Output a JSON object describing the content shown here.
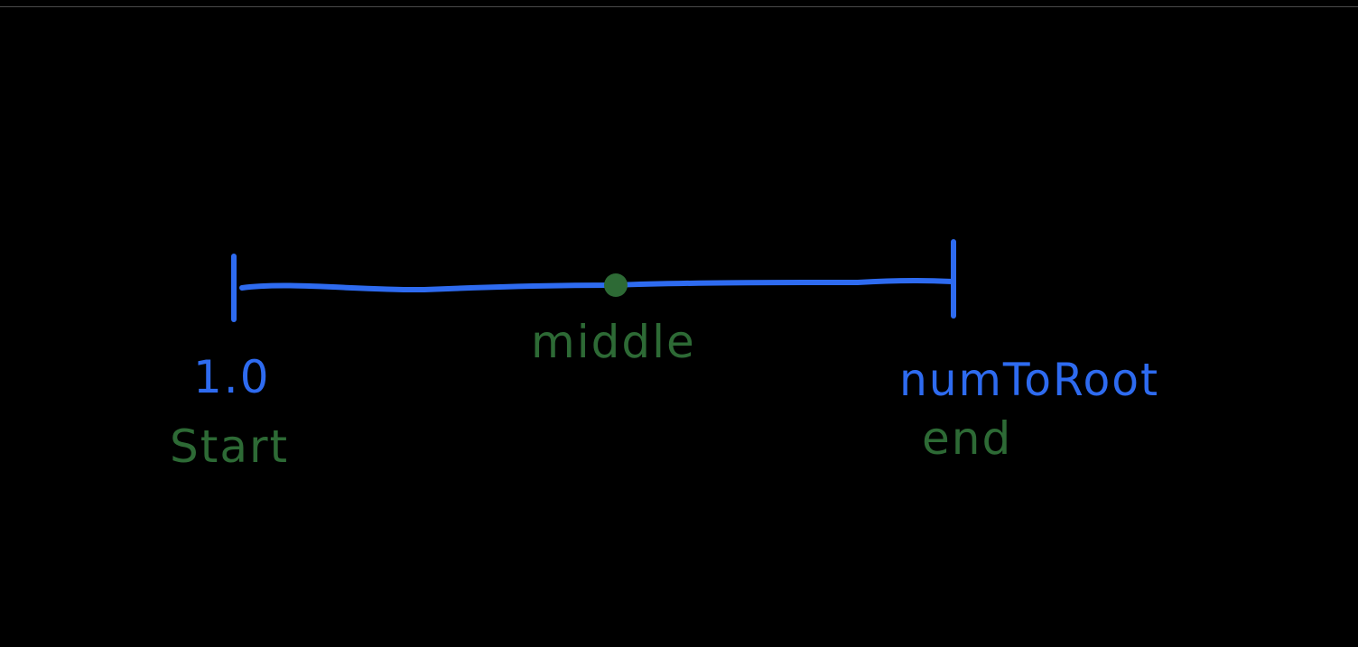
{
  "colors": {
    "background": "#000000",
    "line": "#2e6bf0",
    "accent": "#2d6a35",
    "rule": "#4a4a4a"
  },
  "number_line": {
    "start_value": "1.0",
    "start_name": "Start",
    "middle_name": "middle",
    "end_value": "numToRoot",
    "end_name": "end"
  }
}
